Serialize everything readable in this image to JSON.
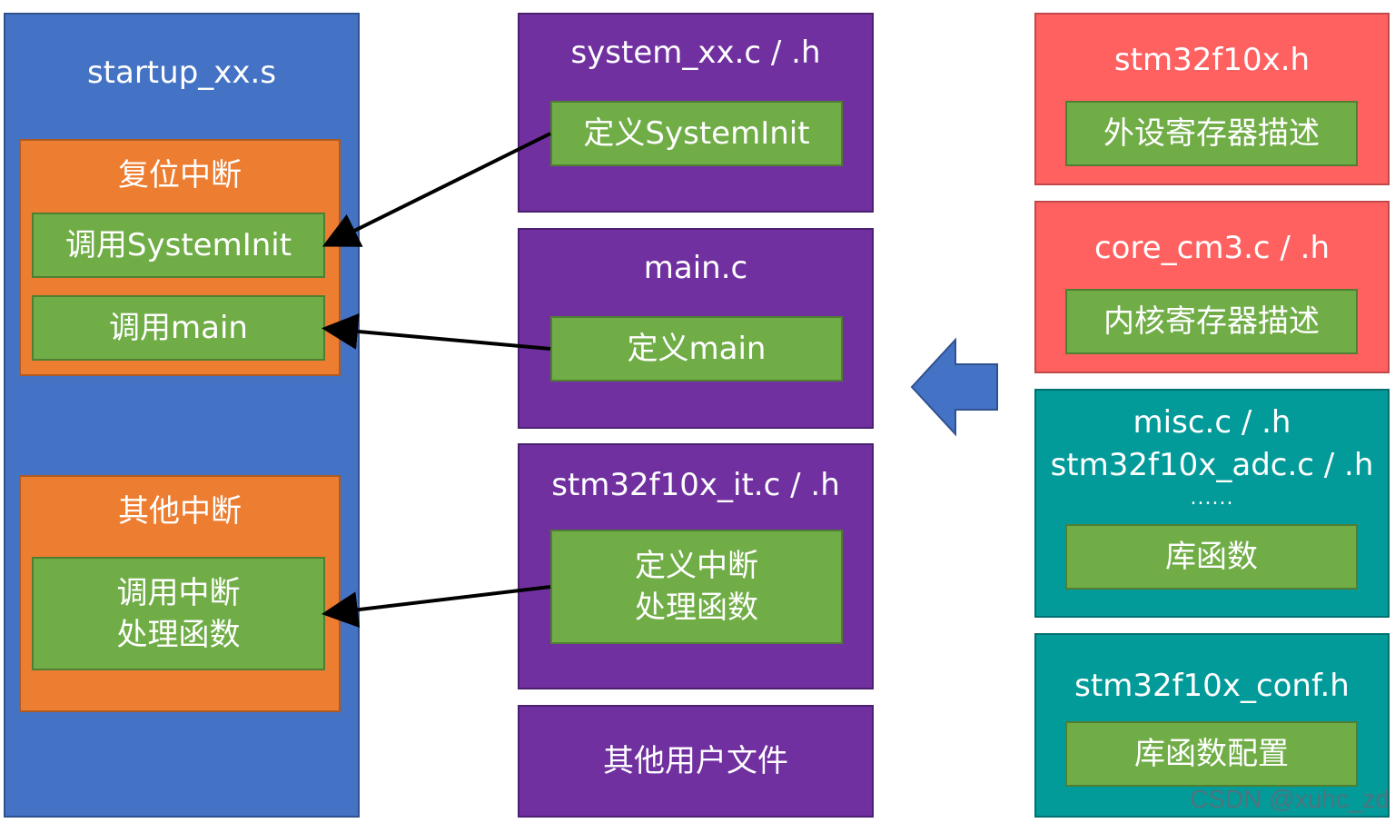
{
  "left": {
    "title": "startup_xx.s",
    "reset": {
      "title": "复位中断",
      "call_systeminit": "调用SystemInit",
      "call_main": "调用main"
    },
    "other": {
      "title": "其他中断",
      "call_handler": "调用中断\n处理函数"
    }
  },
  "middle": {
    "system": {
      "title": "system_xx.c / .h",
      "inner": "定义SystemInit"
    },
    "main": {
      "title": "main.c",
      "inner": "定义main"
    },
    "it": {
      "title": "stm32f10x_it.c / .h",
      "inner": "定义中断\n处理函数"
    },
    "other_files": {
      "title": "其他用户文件"
    }
  },
  "right": {
    "stm32f10x_h": {
      "title": "stm32f10x.h",
      "inner": "外设寄存器描述"
    },
    "core_cm3": {
      "title": "core_cm3.c / .h",
      "inner": "内核寄存器描述"
    },
    "lib": {
      "title": "misc.c / .h\nstm32f10x_adc.c / .h",
      "dots": "......",
      "inner": "库函数"
    },
    "conf": {
      "title": "stm32f10x_conf.h",
      "inner": "库函数配置"
    }
  },
  "watermark": "CSDN @xuhc_zd",
  "colors": {
    "startup": "#4472c4",
    "interrupt_group": "#ed7d31",
    "item": "#70ad47",
    "user_files": "#7030a0",
    "register_headers": "#ff6161",
    "library": "#039a9a",
    "arrow_big": "#4472c4",
    "connector": "#000000"
  }
}
